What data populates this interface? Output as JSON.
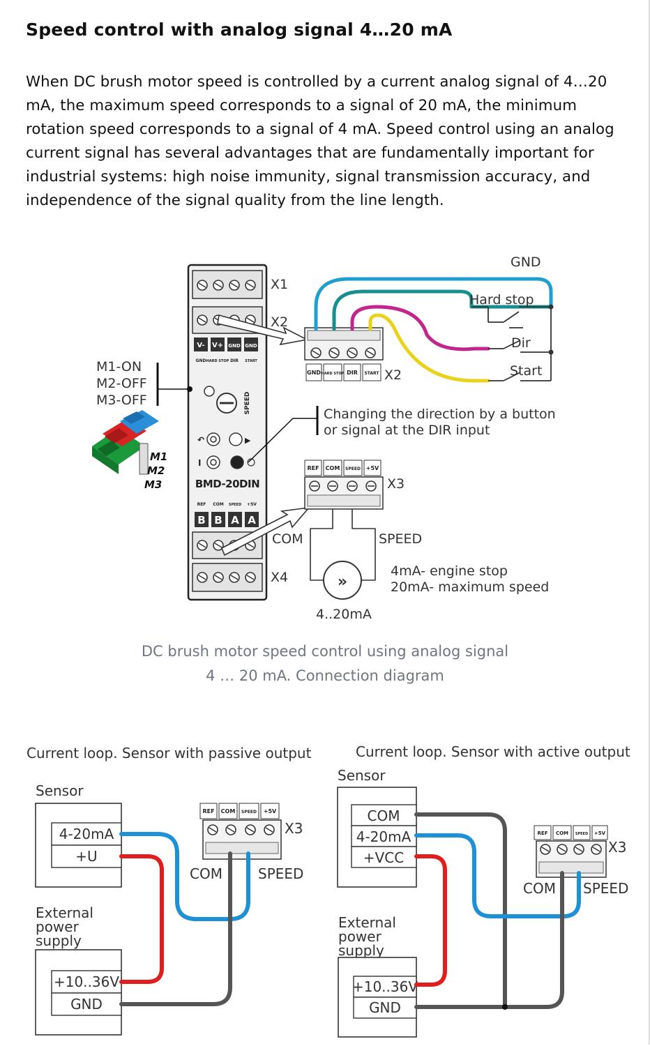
{
  "article": {
    "title": "Speed control with analog signal 4…20 mA",
    "intro": "When DC brush motor speed is controlled by a current analog signal of 4…20 mA, the maximum speed corresponds to a signal of 20 mA, the minimum rotation speed corresponds to a signal of 4 mA. Speed control using an analog current signal has several advantages that are fundamentally important for industrial systems: high noise immunity, signal transmission accuracy, and independence of the signal quality from the line length.",
    "caption_line1": "DC brush motor speed control using analog signal",
    "caption_line2": "4 … 20 mA. Connection diagram"
  },
  "diagram_main": {
    "device_name": "BMD-20DIN",
    "terminal_x1": "X1",
    "terminal_x2": "X2",
    "terminal_x3": "X3",
    "terminal_x4": "X4",
    "x2_pin_labels": [
      "GND",
      "HARD STOP",
      "DIR",
      "START"
    ],
    "x3_pin_labels": [
      "REF",
      "COM",
      "SPEED",
      "+5V"
    ],
    "device_x2_labels": [
      "V-",
      "V+",
      "GND",
      "GND"
    ],
    "device_x2_sublabels": [
      "GND",
      "HARD STOP",
      "DIR",
      "START"
    ],
    "device_x3_labels": [
      "B",
      "B",
      "A",
      "A"
    ],
    "device_x3_sublabels": [
      "REF",
      "COM",
      "SPEED",
      "+5V"
    ],
    "speed_knob_label": "SPEED",
    "switch_settings": [
      "M1-ON",
      "M2-OFF",
      "M3-OFF"
    ],
    "switch_names": [
      "M1",
      "M2",
      "M3"
    ],
    "gnd_label": "GND",
    "hard_stop_label": "Hard stop",
    "dir_label": "Dir",
    "start_label": "Start",
    "direction_note_line1": "Changing the direction by a button",
    "direction_note_line2": "or signal at the DIR input",
    "com_label": "COM",
    "speed_label": "SPEED",
    "source_label": "4..20mA",
    "range_note_line1": "4mA- engine stop",
    "range_note_line2": "20mA- maximum speed",
    "wire_colors": {
      "gnd": "#1f9fd0",
      "hard_stop": "#178f8f",
      "dir": "#c2268c",
      "start": "#e8d21a"
    }
  },
  "diagram_passive": {
    "title": "Current loop. Sensor with passive output",
    "sensor_label": "Sensor",
    "sensor_pins": [
      "4-20mA",
      "+U"
    ],
    "supply_label_lines": [
      "External",
      "power",
      "supply"
    ],
    "supply_pins": [
      "+10..36V",
      "GND"
    ],
    "x3_label": "X3",
    "x3_pin_labels": [
      "REF",
      "COM",
      "SPEED",
      "+5V"
    ],
    "com_label": "COM",
    "speed_label": "SPEED",
    "wire_colors": {
      "signal": "#1e90d6",
      "supply": "#e01e1e",
      "ground": "#555555"
    }
  },
  "diagram_active": {
    "title": "Current loop. Sensor with active output",
    "sensor_label": "Sensor",
    "sensor_pins": [
      "COM",
      "4-20mA",
      "+VCC"
    ],
    "supply_label_lines": [
      "External",
      "power",
      "supply"
    ],
    "supply_pins": [
      "+10..36V",
      "GND"
    ],
    "x3_label": "X3",
    "x3_pin_labels": [
      "REF",
      "COM",
      "SPEED",
      "+5V"
    ],
    "com_label": "COM",
    "speed_label": "SPEED",
    "wire_colors": {
      "signal": "#1e90d6",
      "supply": "#e01e1e",
      "ground": "#555555"
    }
  }
}
